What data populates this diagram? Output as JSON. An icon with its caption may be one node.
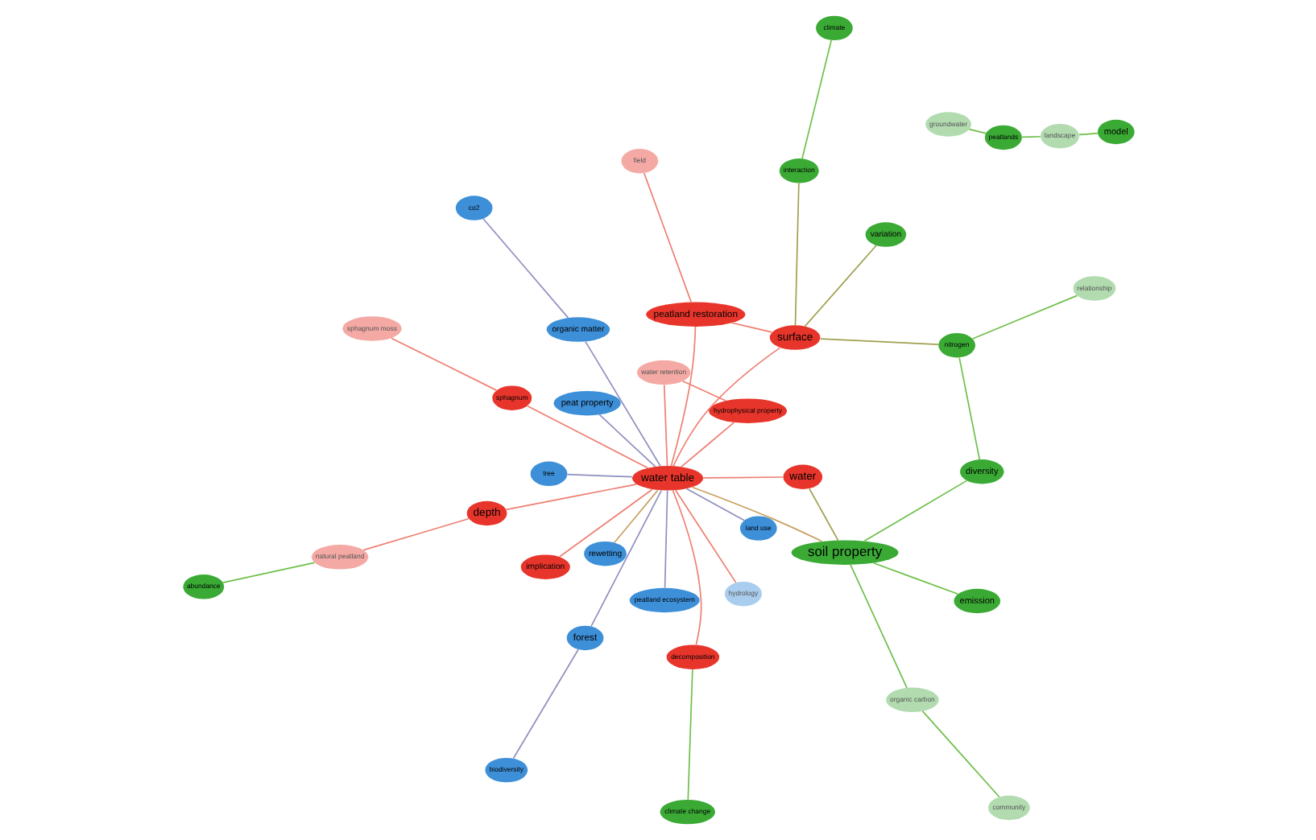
{
  "diagram": {
    "nodes": [
      {
        "text": [
          "tree"
        ]
      },
      {
        "text": [
          "land use"
        ]
      },
      {
        "text": [
          "peatland ecosystem"
        ]
      },
      {
        "text": [
          "organic matter"
        ]
      },
      {
        "text": [
          "co2"
        ]
      },
      {
        "text": [
          "peat property"
        ]
      },
      {
        "text": [
          "biodiversity"
        ]
      },
      {
        "text": [
          "forest"
        ]
      },
      {
        "text": [
          "rewetting"
        ]
      },
      {
        "text": [
          "hydrology"
        ]
      },
      {
        "text": [
          "sphagnum"
        ]
      },
      {
        "text": [
          "water table"
        ]
      },
      {
        "text": [
          "decomposition"
        ]
      },
      {
        "text": [
          "hydrophysical property"
        ]
      },
      {
        "text": [
          "sphagnum moss"
        ]
      },
      {
        "text": [
          "water"
        ]
      },
      {
        "text": [
          "surface"
        ]
      },
      {
        "text": [
          "depth"
        ]
      },
      {
        "text": [
          "natural peatland"
        ]
      },
      {
        "text": [
          "water retention"
        ]
      },
      {
        "text": [
          "peatland restoration"
        ]
      },
      {
        "text": [
          "implication"
        ]
      },
      {
        "text": [
          "field"
        ]
      },
      {
        "text": [
          "soil property"
        ]
      },
      {
        "text": [
          "emission"
        ]
      },
      {
        "text": [
          "diversity"
        ]
      },
      {
        "text": [
          "nitrogen"
        ]
      },
      {
        "text": [
          "relationship"
        ]
      },
      {
        "text": [
          "climate change"
        ]
      },
      {
        "text": [
          "organic carbon"
        ]
      },
      {
        "text": [
          "community"
        ]
      },
      {
        "text": [
          "abundance"
        ]
      },
      {
        "text": [
          "variation"
        ]
      },
      {
        "text": [
          "landscape"
        ]
      },
      {
        "text": [
          "model"
        ]
      },
      {
        "text": [
          "peatlands"
        ]
      },
      {
        "text": [
          "interaction"
        ]
      },
      {
        "text": [
          "groundwater"
        ]
      },
      {
        "text": [
          "climate"
        ]
      }
    ],
    "edges": [
      {
        "from": 11,
        "to": 0,
        "arrow": "none",
        "color": "#8f8fc0"
      },
      {
        "from": 11,
        "to": 2,
        "arrow": "none",
        "color": "#8f8fc0"
      },
      {
        "from": 11,
        "to": 5,
        "arrow": "none",
        "color": "#8f8fc0"
      },
      {
        "from": 11,
        "to": 10,
        "arrow": "none"
      },
      {
        "from": 11,
        "to": 13,
        "arrow": "none"
      },
      {
        "from": 11,
        "to": 19,
        "arrow": "none"
      },
      {
        "from": 11,
        "to": 20,
        "arrow": "none"
      },
      {
        "from": 11,
        "to": 21,
        "arrow": "none"
      },
      {
        "from": 11,
        "to": 17,
        "arrow": "none"
      },
      {
        "from": 11,
        "to": 16,
        "arrow": "none"
      },
      {
        "from": 11,
        "to": 15,
        "arrow": "none"
      },
      {
        "from": 11,
        "to": 9,
        "arrow": "none"
      },
      {
        "from": 11,
        "to": 12,
        "arrow": "none"
      },
      {
        "from": 11,
        "to": 1,
        "arrow": "none",
        "color": "#8f8fc0"
      },
      {
        "from": 11,
        "to": 3,
        "arrow": "none",
        "color": "#8f8fc0"
      },
      {
        "from": 11,
        "to": 7,
        "arrow": "none",
        "color": "#8f8fc0"
      },
      {
        "from": 11,
        "to": 8,
        "arrow": "none",
        "color": "#c8a060"
      },
      {
        "from": 11,
        "to": 23,
        "arrow": "none",
        "color": "#c8a060"
      },
      {
        "from": 16,
        "to": 26,
        "arrow": "none",
        "color": "#a0a050"
      },
      {
        "from": 16,
        "to": 32,
        "arrow": "none",
        "color": "#a0a050"
      },
      {
        "from": 16,
        "to": 36,
        "arrow": "none",
        "color": "#a0a050"
      },
      {
        "from": 15,
        "to": 23,
        "arrow": "none",
        "color": "#a0a050"
      },
      {
        "from": 28,
        "to": 12,
        "arrow": "none",
        "color": "#6fbf4a"
      },
      {
        "from": 31,
        "to": 18,
        "arrow": "none",
        "color": "#6fbf4a"
      },
      {
        "from": 23,
        "to": 25,
        "arrow": "none",
        "color": "#6fbf4a"
      },
      {
        "from": 23,
        "to": 24,
        "arrow": "none",
        "color": "#6fbf4a"
      },
      {
        "from": 33,
        "to": 35,
        "arrow": "none",
        "color": "#6fbf4a"
      },
      {
        "from": 33,
        "to": 34,
        "arrow": "none",
        "color": "#6fbf4a"
      },
      {
        "from": 36,
        "to": 38,
        "arrow": "none",
        "color": "#6fbf4a"
      },
      {
        "from": 16,
        "to": 20,
        "arrow": "none"
      },
      {
        "from": 22,
        "to": 20,
        "arrow": "none"
      },
      {
        "from": 19,
        "to": 13,
        "arrow": "none"
      },
      {
        "from": 17,
        "to": 18,
        "arrow": "none"
      },
      {
        "from": 4,
        "to": 3,
        "arrow": "none",
        "color": "#8f8fc0"
      },
      {
        "from": 6,
        "to": 7,
        "arrow": "none",
        "color": "#8f8fc0"
      },
      {
        "from": 14,
        "to": 10,
        "arrow": "none"
      },
      {
        "from": 27,
        "to": 26,
        "arrow": "none",
        "color": "#6fbf4a"
      },
      {
        "from": 29,
        "to": 30,
        "arrow": "none",
        "color": "#6fbf4a"
      },
      {
        "from": 37,
        "to": 35,
        "arrow": "none",
        "color": "#6fbf4a"
      },
      {
        "from": 26,
        "to": 25,
        "arrow": "none",
        "color": "#6fbf4a"
      },
      {
        "from": 29,
        "to": 23,
        "arrow": "none",
        "color": "#6fbf4a"
      }
    ]
  }
}
